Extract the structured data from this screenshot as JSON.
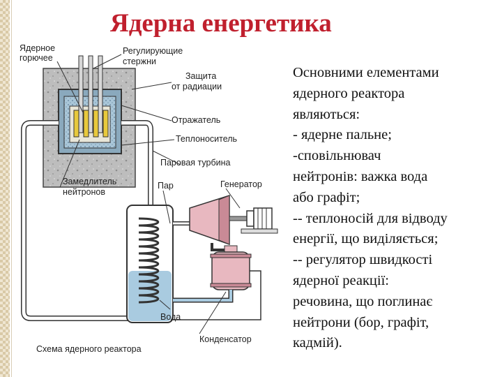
{
  "title": "Ядерна енергетика",
  "diagram": {
    "labels": {
      "fuel": [
        "Ядерное",
        "горючее"
      ],
      "rods": [
        "Регулирующие",
        "стержни"
      ],
      "shield": [
        "Защита",
        "от радиации"
      ],
      "reflector": "Отражатель",
      "coolant": "Теплоноситель",
      "turbine": "Паровая турбина",
      "moderator": [
        "Замедлитель",
        "нейтронов"
      ],
      "steam": "Пар",
      "generator": "Генератор",
      "water": "Вода",
      "condenser": "Конденсатор",
      "caption": "Схема ядерного реактора"
    }
  },
  "text": {
    "lines": [
      "Основними елементами",
      "ядерного реактора",
      "являються:",
      "- ядерне пальне;",
      "-сповільнювач",
      "нейтронів: важка вода",
      "або графіт;",
      "-- теплоносій для відводу",
      "енергії, що виділяється;",
      "-- регулятор швидкості",
      "ядерної реакції:",
      "речовина, що поглинає",
      "нейтрони (бор, графіт,",
      "кадмій)."
    ]
  }
}
